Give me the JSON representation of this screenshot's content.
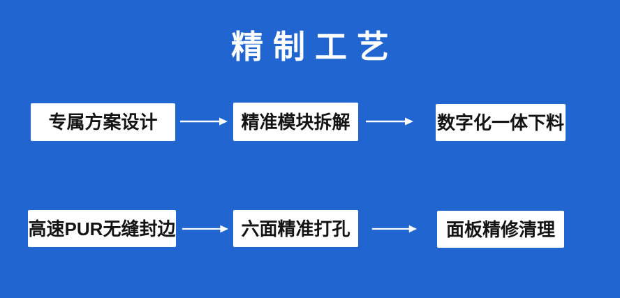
{
  "page": {
    "title": "精制工艺"
  },
  "theme": {
    "background_color": "#2166d0",
    "title_color": "#ffffff",
    "box_background": "#ffffff",
    "box_text_color": "#141414",
    "arrow_color": "#ffffff"
  },
  "flow": {
    "rows": [
      {
        "steps": [
          {
            "label": "专属方案设计"
          },
          {
            "label": "精准模块拆解"
          },
          {
            "label": "数字化一体下料"
          }
        ]
      },
      {
        "steps": [
          {
            "label": "高速PUR无缝封边"
          },
          {
            "label": "六面精准打孔"
          },
          {
            "label": "面板精修清理"
          }
        ]
      }
    ]
  }
}
